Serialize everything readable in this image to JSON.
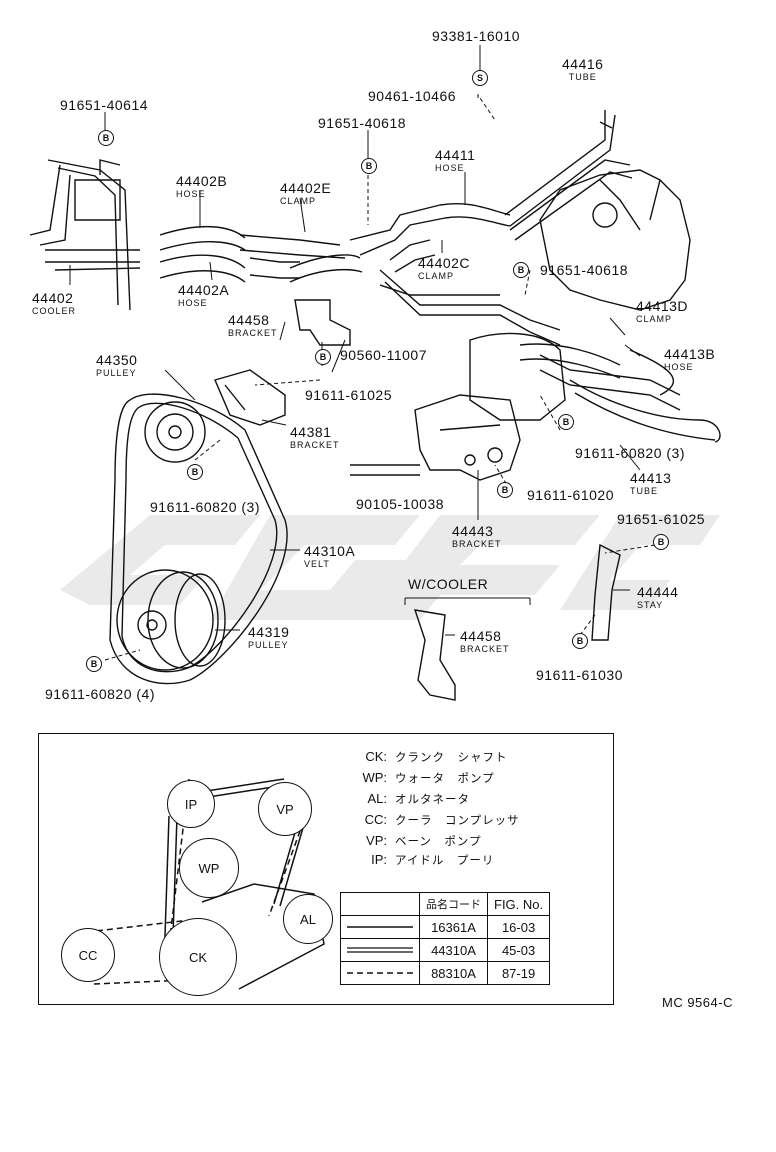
{
  "parts": {
    "p93381": {
      "num": "93381-16010",
      "desc": ""
    },
    "p44416": {
      "num": "44416",
      "desc": "TUBE"
    },
    "p90461": {
      "num": "90461-10466",
      "desc": ""
    },
    "p91651a": {
      "num": "91651-40614",
      "desc": ""
    },
    "p91651b": {
      "num": "91651-40618",
      "desc": ""
    },
    "p44411": {
      "num": "44411",
      "desc": "HOSE"
    },
    "p44402B": {
      "num": "44402B",
      "desc": "HOSE"
    },
    "p44402E": {
      "num": "44402E",
      "desc": "CLAMP"
    },
    "p44402C": {
      "num": "44402C",
      "desc": "CLAMP"
    },
    "p91651c": {
      "num": "91651-40618",
      "desc": ""
    },
    "p44402": {
      "num": "44402",
      "desc": "COOLER"
    },
    "p44402A": {
      "num": "44402A",
      "desc": "HOSE"
    },
    "p44413D": {
      "num": "44413D",
      "desc": "CLAMP"
    },
    "p44458": {
      "num": "44458",
      "desc": "BRACKET"
    },
    "p90560": {
      "num": "90560-11007",
      "desc": ""
    },
    "p44413B": {
      "num": "44413B",
      "desc": "HOSE"
    },
    "p44350": {
      "num": "44350",
      "desc": "PULLEY"
    },
    "p91611a": {
      "num": "91611-61025",
      "desc": ""
    },
    "p44381": {
      "num": "44381",
      "desc": "BRACKET"
    },
    "p91611b": {
      "num": "91611-60820 (3)",
      "desc": ""
    },
    "p44413": {
      "num": "44413",
      "desc": "TUBE"
    },
    "p91611c": {
      "num": "91611-60820 (3)",
      "desc": ""
    },
    "p90105": {
      "num": "90105-10038",
      "desc": ""
    },
    "p91611d": {
      "num": "91611-61020",
      "desc": ""
    },
    "p44443": {
      "num": "44443",
      "desc": "BRACKET"
    },
    "p91651d": {
      "num": "91651-61025",
      "desc": ""
    },
    "p44310A": {
      "num": "44310A",
      "desc": "VELT"
    },
    "p44444": {
      "num": "44444",
      "desc": "STAY"
    },
    "p44458b": {
      "num": "44458",
      "desc": "BRACKET"
    },
    "p44319": {
      "num": "44319",
      "desc": "PULLEY"
    },
    "p91611e": {
      "num": "91611-61030",
      "desc": ""
    },
    "p91611f": {
      "num": "91611-60820 (4)",
      "desc": ""
    }
  },
  "wcooler_label": "W/COOLER",
  "legend": [
    {
      "code": "CK:",
      "name": "クランク　シャフト"
    },
    {
      "code": "WP:",
      "name": "ウォータ　ポンプ"
    },
    {
      "code": "AL:",
      "name": "オルタネータ"
    },
    {
      "code": "CC:",
      "name": "クーラ　コンプレッサ"
    },
    {
      "code": "VP:",
      "name": "ベーン　ポンプ"
    },
    {
      "code": "IP:",
      "name": "アイドル　プーリ"
    }
  ],
  "belt_pulleys": {
    "ip": "IP",
    "vp": "VP",
    "wp": "WP",
    "al": "AL",
    "cc": "CC",
    "ck": "CK"
  },
  "ref_table": {
    "header": [
      "品名コード",
      "FIG. No."
    ],
    "rows": [
      {
        "line": "solid",
        "code": "16361A",
        "fig": "16-03"
      },
      {
        "line": "double",
        "code": "44310A",
        "fig": "45-03"
      },
      {
        "line": "dashed",
        "code": "88310A",
        "fig": "87-19"
      }
    ]
  },
  "bolt_letter": "B",
  "screw_letter": "S",
  "figure_code": "MC 9564-C"
}
